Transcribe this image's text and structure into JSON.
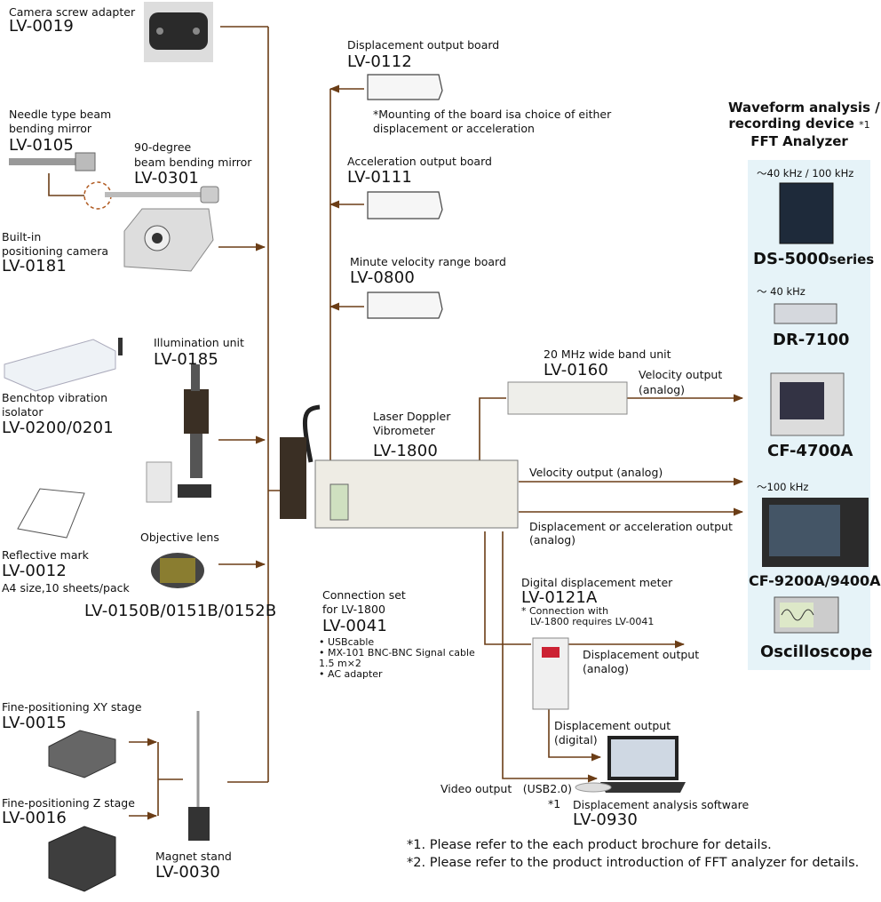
{
  "colors": {
    "line": "#6b3d16",
    "panel": "#e6f3f8"
  },
  "products": {
    "camera_screw": {
      "name": "Camera screw adapter",
      "code": "LV-0019"
    },
    "needle_mirror": {
      "name_line1": "Needle type beam",
      "name_line2": "bending mirror",
      "code": "LV-0105"
    },
    "mirror_90": {
      "name_line1": "90-degree",
      "name_line2": "beam bending mirror",
      "code": "LV-0301"
    },
    "camera": {
      "name_line1": "Built-in",
      "name_line2": "positioning camera",
      "code": "LV-0181"
    },
    "illumination": {
      "name": "Illumination unit",
      "code": "LV-0185"
    },
    "isolator": {
      "name_line1": "Benchtop vibration",
      "name_line2": "isolator",
      "code": "LV-0200/0201"
    },
    "reflective_mark": {
      "name": "Reflective mark",
      "code": "LV-0012",
      "desc": "A4 size,10 sheets/pack"
    },
    "objective_lens": {
      "name": "Objective lens",
      "code": "LV-0150B/0151B/0152B"
    },
    "xy_stage": {
      "name": "Fine-positioning XY stage",
      "code": "LV-0015"
    },
    "z_stage": {
      "name": "Fine-positioning Z stage",
      "code": "LV-0016"
    },
    "magnet_stand": {
      "name": "Magnet stand",
      "code": "LV-0030"
    },
    "disp_board": {
      "name": "Displacement output board",
      "code": "LV-0112",
      "note_line1": "*Mounting of the board isa choice of either",
      "note_line2": "displacement or acceleration"
    },
    "accel_board": {
      "name": "Acceleration output board",
      "code": "LV-0111"
    },
    "velocity_board": {
      "name": "Minute velocity range board",
      "code": "LV-0800"
    },
    "vibrometer": {
      "name_line1": "Laser Doppler",
      "name_line2": "Vibrometer",
      "code": "LV-1800"
    },
    "wideband": {
      "name": "20 MHz wide band unit",
      "code": "LV-0160"
    },
    "connection_set": {
      "name_line1": "Connection set",
      "name_line2": "for LV-1800",
      "code": "LV-0041",
      "items": [
        "• USBcable",
        "• MX-101 BNC-BNC Signal cable",
        "   1.5 m×2",
        "• AC adapter"
      ]
    },
    "digital_meter": {
      "name": "Digital displacement meter",
      "code": "LV-0121A",
      "note_line1": "* Connection with",
      "note_line2": "LV-1800 requires LV-0041"
    },
    "software": {
      "name": "Displacement analysis software",
      "code": "LV-0930"
    }
  },
  "outputs": {
    "velocity_wideband_1": "Velocity output",
    "velocity_wideband_2": "(analog)",
    "velocity_main": "Velocity output (analog)",
    "disp_accel_1": "Displacement or acceleration output",
    "disp_accel_2": "(analog)",
    "disp_analog_1": "Displacement output",
    "disp_analog_2": "(analog)",
    "disp_digital_1": "Displacement output",
    "disp_digital_2": "(digital)",
    "video_1": "Video output　(USB2.0)",
    "video_2": "*1"
  },
  "panel": {
    "title_line1": "Waveform analysis /",
    "title_line2": "recording device",
    "title_sup": "*1",
    "title_line3": "FFT Analyzer",
    "devices": [
      {
        "range": "〜40 kHz / 100 kHz",
        "name": "DS-5000",
        "suffix": "series"
      },
      {
        "range": "〜 40 kHz",
        "name": "DR-7100"
      },
      {
        "range": "",
        "name": "CF-4700A"
      },
      {
        "range": "〜100 kHz",
        "name": "CF-9200A/9400A"
      },
      {
        "range": "",
        "name": "Oscilloscope"
      }
    ]
  },
  "footnotes": [
    "*1. Please refer to the each product brochure for details.",
    "*2. Please refer to the product introduction of FFT analyzer for details."
  ]
}
